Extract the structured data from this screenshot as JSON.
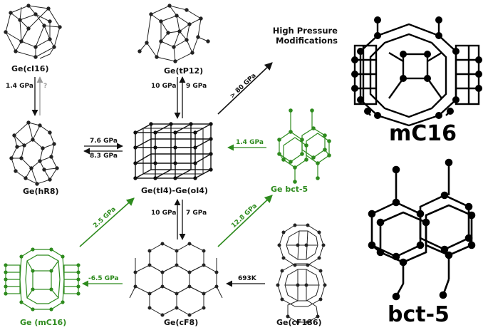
{
  "structures": {
    "ge_ci16": "Ge(cI16)",
    "ge_tp12": "Ge(tP12)",
    "ge_hr8": "Ge(hR8)",
    "ge_ti4_oi4": "Ge(tI4)-Ge(oI4)",
    "ge_bct5": "Ge bct-5",
    "ge_mc16": "Ge (mC16)",
    "ge_cf8": "Ge(cF8)",
    "ge_cf136": "Ge(cF136)"
  },
  "header": {
    "hp_line1": "High Pressure",
    "hp_line2": "Modifications"
  },
  "side": {
    "mc16": "mC16",
    "bct5": "bct-5"
  },
  "arrows": {
    "ci16_hr8_left": "1.4 GPa",
    "ci16_hr8_right": "?",
    "tp12_ti4_left": "10 GPa",
    "tp12_ti4_right": "9 GPa",
    "hr8_to_ti4": "7.6 GPa",
    "ti4_to_hr8": "8.3 GPa",
    "ti4_to_hp": "> 80 GPa",
    "bct5_to_ti4": "1.4 GPa",
    "mc16_to_ti4": "2.5 GPa",
    "cf8_to_bct5": "12.8 GPa",
    "cf8_ti4_left": "10 GPa",
    "cf8_ti4_right": "7 GPa",
    "cf8_to_mc16": "-6.5 GPa",
    "cf136_to_cf8": "693K"
  },
  "colors": {
    "black": "#111111",
    "green": "#2e8b1e"
  }
}
